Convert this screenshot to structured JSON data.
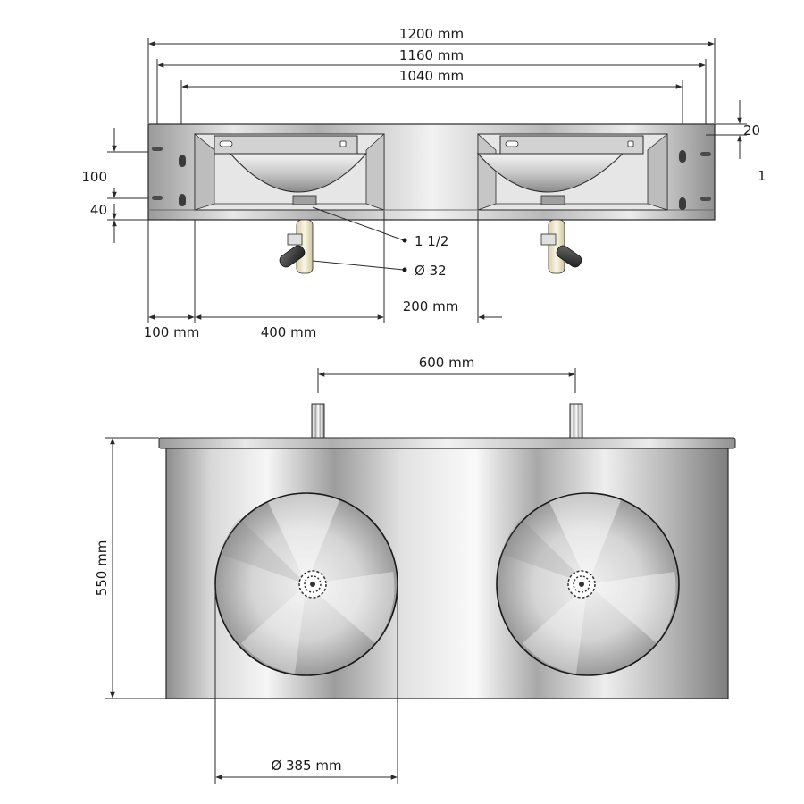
{
  "drawing": {
    "top_view": {
      "dim_overall": "1200 mm",
      "dim_inner": "1160 mm",
      "dim_holes": "1040 mm",
      "dim_right_top": "20",
      "dim_right_side": "1",
      "dim_left_100": "100",
      "dim_left_40": "40",
      "callout_drain": "1 1/2",
      "callout_pipe": "Ø 32",
      "dim_gap": "200 mm",
      "dim_offset": "100 mm",
      "dim_basin_width": "400 mm"
    },
    "front_view": {
      "dim_spacing": "600 mm",
      "dim_height": "550 mm",
      "dim_diameter": "Ø 385 mm"
    }
  }
}
